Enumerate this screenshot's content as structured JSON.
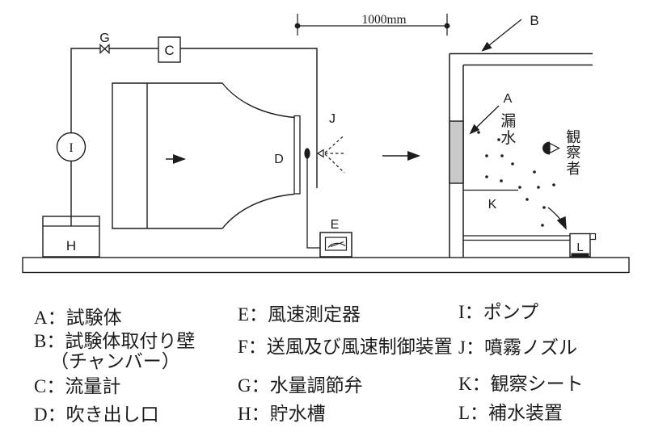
{
  "diagram": {
    "dimension_label": "1000mm",
    "labels": {
      "A": "A",
      "B": "B",
      "C": "C",
      "D": "D",
      "E": "E",
      "G": "G",
      "H": "H",
      "I": "I",
      "J": "J",
      "K": "K",
      "L": "L"
    },
    "annotations": {
      "leak_water": "漏水",
      "observer": "観察者"
    },
    "colors": {
      "line": "#1c1c1c",
      "specimen_fill": "#c9c9c9",
      "background": "#ffffff"
    }
  },
  "legend": {
    "column1": [
      "A：試験体",
      "B：試験体取付り壁",
      "（チャンバー）",
      "C：流量計",
      "D：吹き出し口"
    ],
    "column2": [
      "E：風速測定器",
      "F：送風及び風速制御装置",
      "G：水量調節弁",
      "H：貯水槽"
    ],
    "column3": [
      "I：ポンプ",
      "J：噴霧ノズル",
      "K：観察シート",
      "L：補水装置"
    ]
  }
}
